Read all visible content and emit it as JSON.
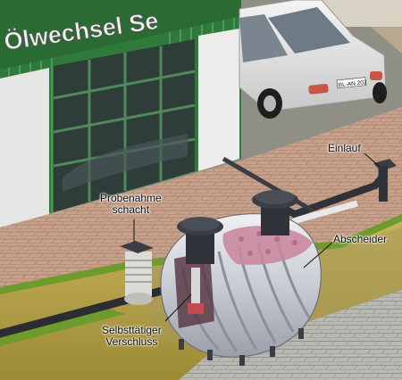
{
  "sign": {
    "text": "Ölwechsel  Se"
  },
  "car": {
    "plate": "BL-AN 202"
  },
  "labels": {
    "probenahme_line1": "Probenahme",
    "probenahme_line2": "schacht",
    "einlauf": "Einlauf",
    "abscheider": "Abscheider",
    "verschluss_line1": "Selbsttätiger",
    "verschluss_line2": "Verschluss"
  },
  "colors": {
    "facade_green": "#2f7a3a",
    "paving": "#c9a38b",
    "soil": "#b5a24a",
    "grass": "#6f9a2c",
    "tank_body": "#d5d8de",
    "pipe": "#2b2d33"
  }
}
